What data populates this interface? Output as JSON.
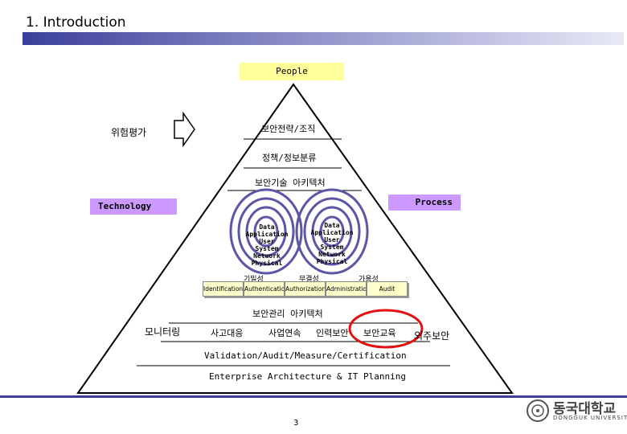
{
  "title": "1. Introduction",
  "people": "People",
  "left_label": "위험평가",
  "strategy": "보안전략/조직",
  "policy": "정책/정보분류",
  "tech_arch": "보안기술 아키텍처",
  "technology": "Technology",
  "process": "Process",
  "stack_left": [
    "Data",
    "Application",
    "User",
    "System",
    "Network",
    "Physical"
  ],
  "stack_right": [
    "Data",
    "Application",
    "User",
    "System",
    "Network",
    "Physical"
  ],
  "props": [
    "기밀성",
    "무결성",
    "가용성"
  ],
  "controls": [
    "Identification",
    "Authentication",
    "Authorization",
    "Administration",
    "Audit"
  ],
  "mgmt_arch": "보안관리 아키텍처",
  "monitoring": "모니터링",
  "mgmt_items": [
    "사고대응",
    "사업연속",
    "인력보안",
    "보안교육"
  ],
  "outsourcing": "외주보안",
  "validation": "Validation/Audit/Measure/Certification",
  "enterprise": "Enterprise Architecture & IT Planning",
  "page_number": "3",
  "university": "동국대학교",
  "university_en": "DONGGUK UNIVERSITY",
  "colors": {
    "title_bar": "#3b3f9a",
    "people_box": "#ffff99",
    "tech_box": "#cc99ff",
    "circle": "#5b57a6",
    "highlight": "#e11111"
  }
}
